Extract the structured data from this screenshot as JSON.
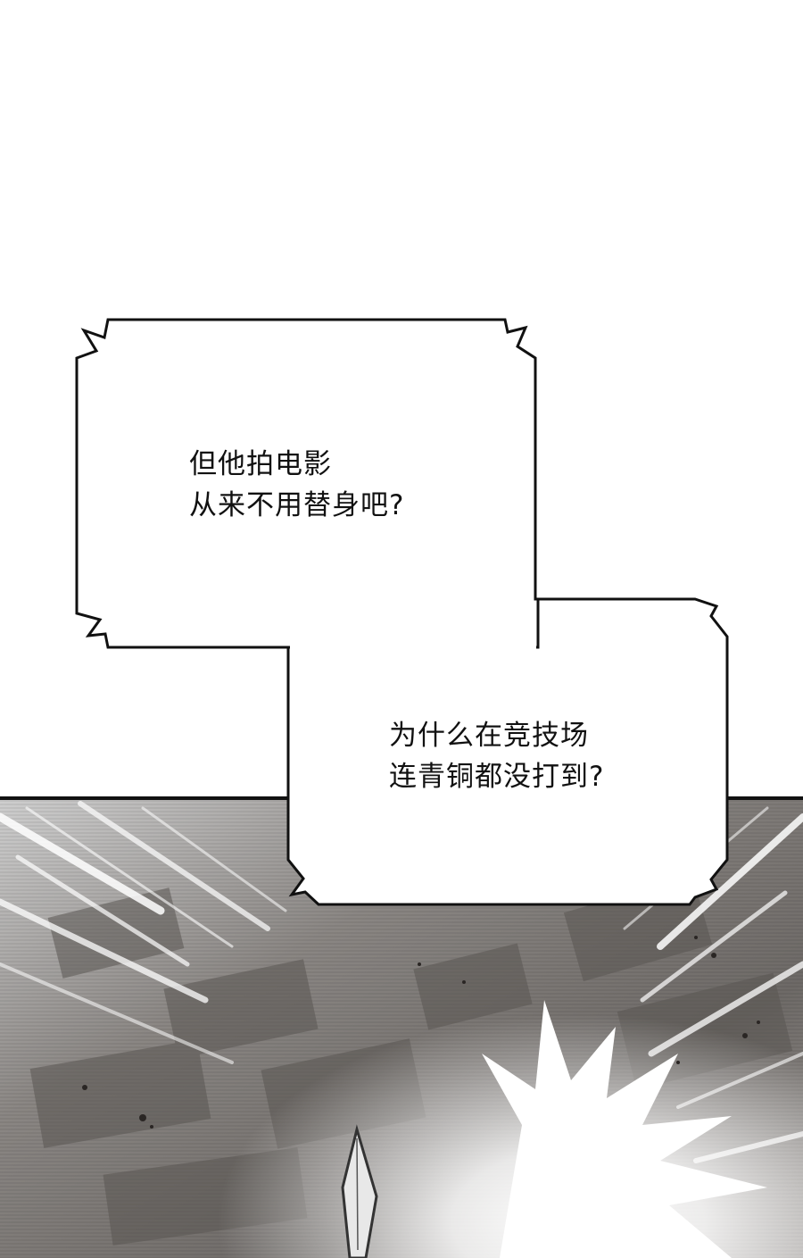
{
  "panel": {
    "background_color": "#ffffff",
    "action_scene_tone": "grayscale"
  },
  "bubble_1": {
    "line_1": "但他拍电影",
    "line_2": "从来不用替身吧?"
  },
  "bubble_2": {
    "line_1": "为什么在竞技场",
    "line_2": "连青铜都没打到?"
  }
}
